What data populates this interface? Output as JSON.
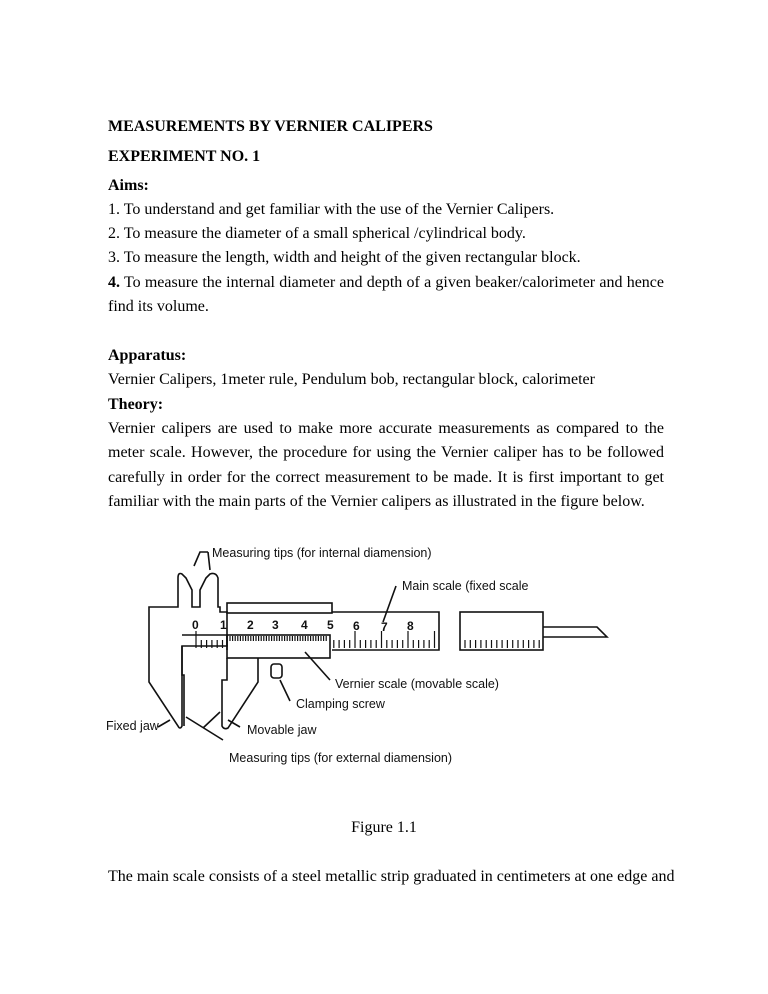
{
  "title": "MEASUREMENTS BY VERNIER CALIPERS",
  "experiment": "EXPERIMENT NO. 1",
  "aims": {
    "heading": "Aims:",
    "items": [
      {
        "num": "1.",
        "text": " To understand and get familiar with the use of the Vernier Calipers."
      },
      {
        "num": "2.",
        "text": " To measure the diameter of a small spherical /cylindrical body."
      },
      {
        "num": "3.",
        "text": " To measure the length, width and height of the given rectangular block."
      },
      {
        "num": "4.",
        "text": " To measure the internal diameter and depth of a given beaker/calorimeter and hence find its volume."
      }
    ]
  },
  "apparatus": {
    "heading": "Apparatus:",
    "text": "Vernier Calipers, 1meter rule, Pendulum bob, rectangular block, calorimeter"
  },
  "theory": {
    "heading": "Theory:",
    "text": "Vernier calipers are used to make more accurate measurements as compared to the meter scale. However, the procedure for using the Vernier caliper has to be followed carefully in order for the correct measurement to be made. It is first important to get familiar with the main parts of the Vernier calipers as illustrated in the figure below."
  },
  "figure": {
    "labels": {
      "internal_tips": "Measuring tips (for internal diamension)",
      "main_scale": "Main scale (fixed scale",
      "vernier_scale": "Vernier scale  (movable scale)",
      "clamping_screw": "Clamping screw",
      "fixed_jaw": "Fixed jaw",
      "movable_jaw": "Movable jaw",
      "external_tips": "Measuring tips (for external diamension)"
    },
    "scale_numbers": [
      "0",
      "1",
      "2",
      "3",
      "4",
      "5",
      "6",
      "7",
      "8"
    ],
    "caption": "Figure 1.1"
  },
  "closing_text": "The main scale consists of a steel metallic strip graduated in centimeters at one edge and"
}
